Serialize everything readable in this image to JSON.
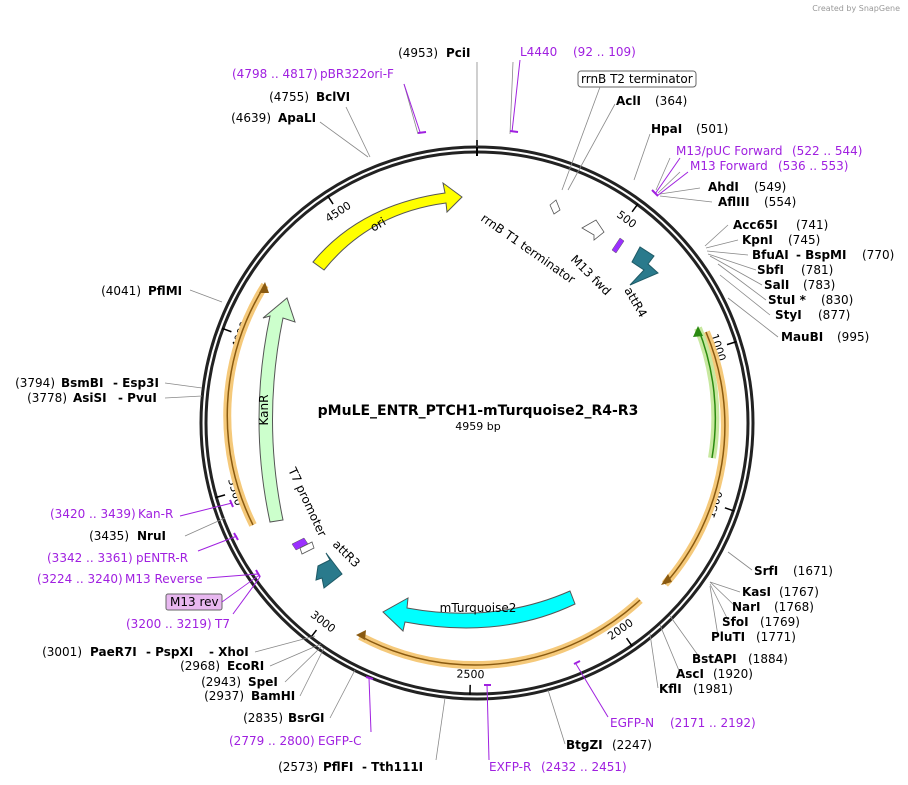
{
  "credit": "Created by SnapGene",
  "plasmid": {
    "name": "pMuLE_ENTR_PTCH1-mTurquoise2_R4-R3",
    "size_label": "4959 bp",
    "length": 4959
  },
  "tick_labels": [
    "500",
    "1000",
    "1500",
    "2000",
    "2500",
    "3000",
    "3500",
    "4000",
    "4500"
  ],
  "features": [
    {
      "name": "ori",
      "type": "rep_origin",
      "color": "#ffff00"
    },
    {
      "name": "KanR",
      "type": "CDS",
      "color": "#ccffcc"
    },
    {
      "name": "mTurquoise2",
      "type": "CDS",
      "color": "#00ffff"
    },
    {
      "name": "attR4",
      "type": "protein_bind",
      "color": "#2a7a8c"
    },
    {
      "name": "attR3",
      "type": "protein_bind",
      "color": "#2a7a8c"
    },
    {
      "name": "M13 fwd",
      "type": "primer_bind",
      "color": "#a020e0"
    },
    {
      "name": "T7 promoter",
      "type": "promoter",
      "color": "#ffffff"
    },
    {
      "name": "rrnB T1 terminator",
      "type": "terminator",
      "color": "#ffffff"
    }
  ],
  "labels": {
    "rrnB_T2": "rrnB T2 terminator",
    "M13_rev": "M13 rev"
  },
  "sites": [
    {
      "pos": "(4953)",
      "name": "PciI"
    },
    {
      "pos": "(364)",
      "name": "AclI"
    },
    {
      "pos": "(501)",
      "name": "HpaI"
    },
    {
      "pos": "(549)",
      "name": "AhdI"
    },
    {
      "pos": "(554)",
      "name": "AflIII"
    },
    {
      "pos": "(741)",
      "name": "Acc65I"
    },
    {
      "pos": "(745)",
      "name": "KpnI"
    },
    {
      "pos": "(770)",
      "name": "BfuAI",
      "name2": "BspMI"
    },
    {
      "pos": "(781)",
      "name": "SbfI"
    },
    {
      "pos": "(783)",
      "name": "SalI"
    },
    {
      "pos": "(830)",
      "name": "StuI *"
    },
    {
      "pos": "(877)",
      "name": "StyI"
    },
    {
      "pos": "(995)",
      "name": "MauBI"
    },
    {
      "pos": "(1671)",
      "name": "SrfI"
    },
    {
      "pos": "(1767)",
      "name": "KasI"
    },
    {
      "pos": "(1768)",
      "name": "NarI"
    },
    {
      "pos": "(1769)",
      "name": "SfoI"
    },
    {
      "pos": "(1771)",
      "name": "PluTI"
    },
    {
      "pos": "(1884)",
      "name": "BstAPI"
    },
    {
      "pos": "(1920)",
      "name": "AscI"
    },
    {
      "pos": "(1981)",
      "name": "KflI"
    },
    {
      "pos": "(2247)",
      "name": "BtgZI"
    },
    {
      "pos": "(2573)",
      "name": "PflFI",
      "name2": "Tth111I"
    },
    {
      "pos": "(2835)",
      "name": "BsrGI"
    },
    {
      "pos": "(2937)",
      "name": "BamHI"
    },
    {
      "pos": "(2943)",
      "name": "SpeI"
    },
    {
      "pos": "(2968)",
      "name": "EcoRI"
    },
    {
      "pos": "(3001)",
      "name": "PaeR7I",
      "name2": "PspXI",
      "name3": "XhoI"
    },
    {
      "pos": "(3435)",
      "name": "NruI"
    },
    {
      "pos": "(3794)",
      "name": "BsmBI",
      "name2": "Esp3I"
    },
    {
      "pos": "(3778)",
      "name": "AsiSI",
      "name2": "PvuI"
    },
    {
      "pos": "(4041)",
      "name": "PflMI"
    },
    {
      "pos": "(4639)",
      "name": "ApaLI"
    },
    {
      "pos": "(4755)",
      "name": "BclVI"
    }
  ],
  "primers": [
    {
      "name": "L4440",
      "range": "(92 .. 109)"
    },
    {
      "name": "pBR322ori-F",
      "range": "(4798 .. 4817)"
    },
    {
      "name": "M13/pUC Forward",
      "range": "(522 .. 544)"
    },
    {
      "name": "M13 Forward",
      "range": "(536 .. 553)"
    },
    {
      "name": "Kan-R",
      "range": "(3420 .. 3439)"
    },
    {
      "name": "pENTR-R",
      "range": "(3342 .. 3361)"
    },
    {
      "name": "M13 Reverse",
      "range": "(3224 .. 3240)"
    },
    {
      "name": "T7",
      "range": "(3200 .. 3219)"
    },
    {
      "name": "EGFP-C",
      "range": "(2779 .. 2800)"
    },
    {
      "name": "EXFP-R",
      "range": "(2432 .. 2451)"
    },
    {
      "name": "EGFP-N",
      "range": "(2171 .. 2192)"
    }
  ]
}
